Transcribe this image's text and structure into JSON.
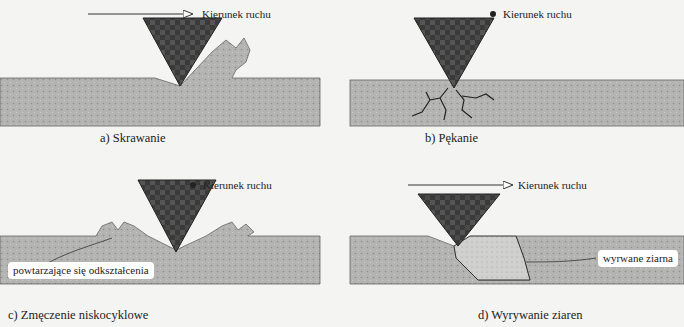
{
  "diagram": {
    "labels": [
      "Kierunek ruchu",
      "a) Skrawanie",
      "Kierunek ruchu",
      "b) Pękanie",
      "Kierunek ruchu",
      "powtarzające się odkształcenia",
      "c) Zmęczenie niskocyklowe",
      "Kierunek ruchu",
      "wyrwane ziarna",
      "d) Wyrywanie ziaren"
    ]
  }
}
